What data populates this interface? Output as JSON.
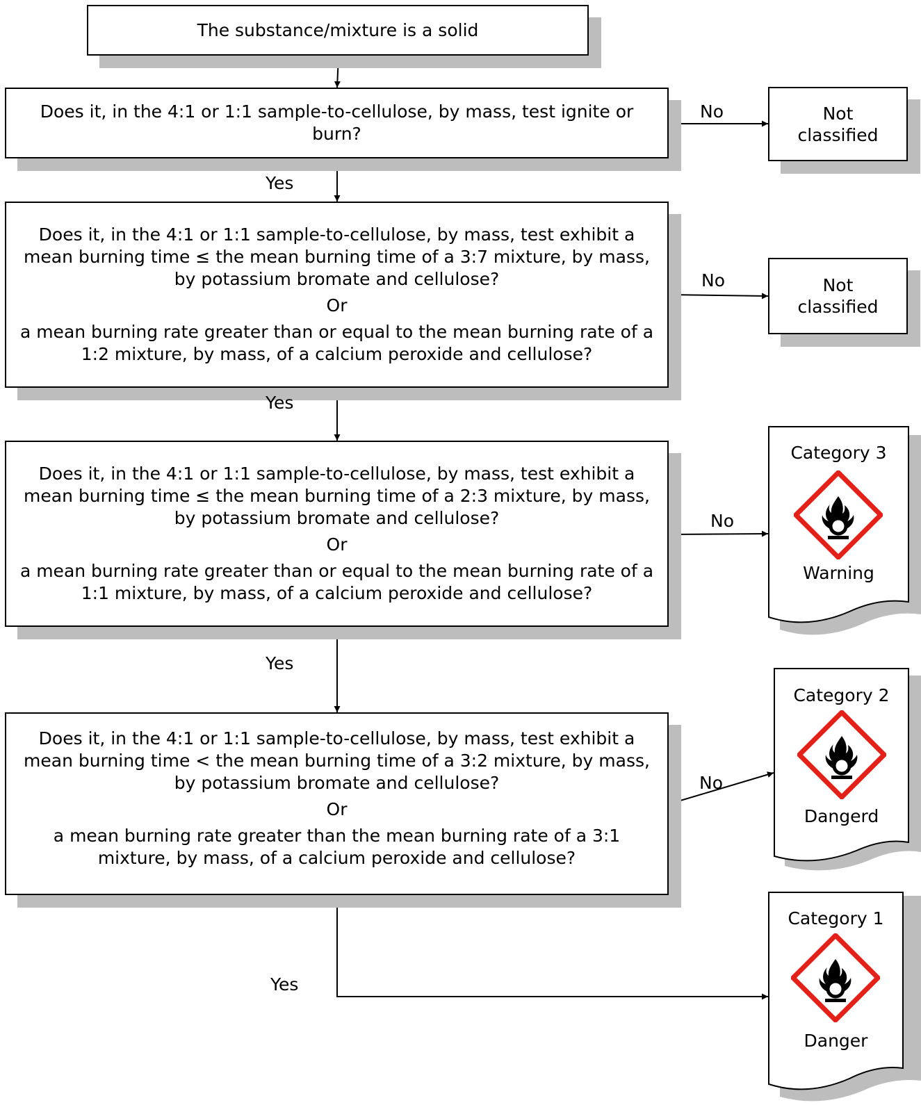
{
  "start": {
    "text": "The substance/mixture is a solid"
  },
  "questions": [
    {
      "lines": [
        "Does it, in the 4:1 or 1:1 sample-to-cellulose, by mass, test ignite or burn?"
      ]
    },
    {
      "part1": "Does it, in the 4:1 or 1:1 sample-to-cellulose, by mass, test exhibit a mean burning time ≤ the mean burning time of a 3:7 mixture, by mass, by potassium bromate and cellulose?",
      "or": "Or",
      "part2": "a mean burning rate greater than or equal to the mean burning rate of a 1:2 mixture, by mass, of a calcium peroxide and cellulose?"
    },
    {
      "part1": "Does it, in the 4:1 or 1:1 sample-to-cellulose, by mass, test exhibit a mean burning time ≤ the mean burning time of a 2:3 mixture, by mass, by potassium bromate and cellulose?",
      "or": "Or",
      "part2": "a mean burning rate greater than or equal to the mean burning rate of a 1:1 mixture, by mass, of a calcium peroxide and cellulose?"
    },
    {
      "part1": "Does it, in the 4:1 or 1:1 sample-to-cellulose, by mass, test exhibit a mean burning time < the mean burning time of a 3:2 mixture, by mass, by potassium bromate and cellulose?",
      "or": "Or",
      "part2": "a mean burning rate greater than the mean burning rate of a 3:1 mixture, by mass, of a calcium peroxide and cellulose?"
    }
  ],
  "edge_labels": {
    "yes": "Yes",
    "no": "No"
  },
  "not_classified": [
    "Not classified",
    "Not classified"
  ],
  "categories": [
    {
      "title": "Category 3",
      "signal": "Warning",
      "pictogram": "flame-over-circle-icon"
    },
    {
      "title": "Category 2",
      "signal": "Dangerd",
      "pictogram": "flame-over-circle-icon"
    },
    {
      "title": "Category 1",
      "signal": "Danger",
      "pictogram": "flame-over-circle-icon"
    }
  ],
  "colors": {
    "pictogram_border": "#e32119",
    "shadow": "#bdbdbd",
    "line": "#000000"
  }
}
